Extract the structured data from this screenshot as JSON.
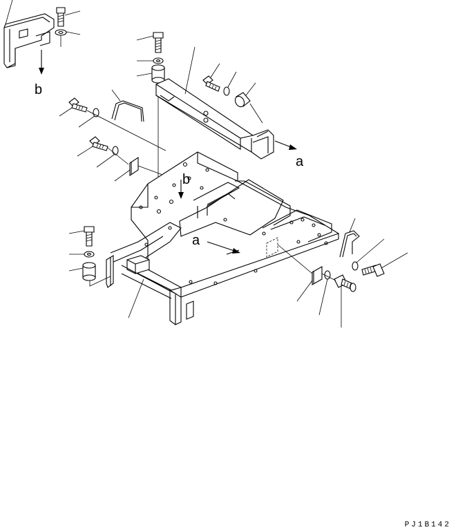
{
  "labels": {
    "a": "a",
    "b": "b"
  },
  "drawing_code": "PJ1B142"
}
